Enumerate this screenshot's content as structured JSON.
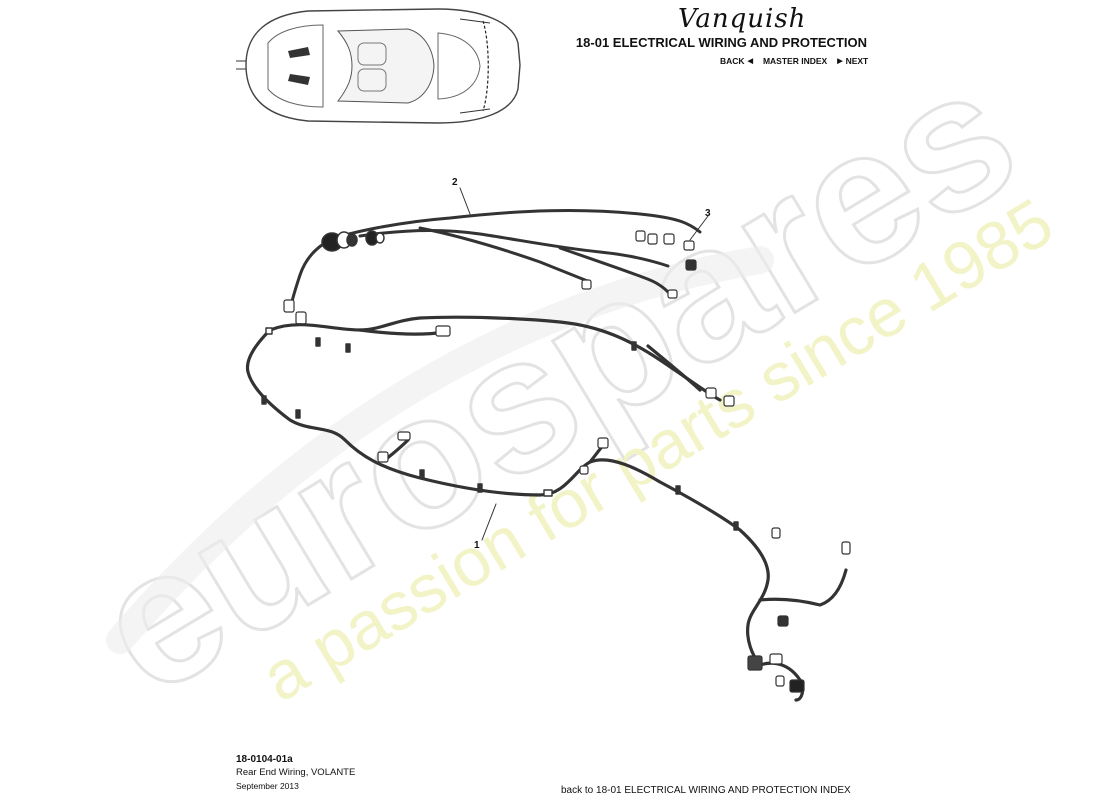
{
  "header": {
    "brand": "Vanquish",
    "section_title": "18-01 ELECTRICAL WIRING AND PROTECTION",
    "nav": {
      "back": "BACK",
      "master_index": "MASTER INDEX",
      "next": "NEXT"
    }
  },
  "callouts": [
    "1",
    "2",
    "3"
  ],
  "footer": {
    "part_code": "18-0104-01a",
    "description": "Rear End Wiring, VOLANTE",
    "date": "September 2013",
    "back_link": "back to 18-01 ELECTRICAL WIRING AND PROTECTION INDEX"
  },
  "watermark": {
    "brand": "eurospares",
    "tagline": "a passion for parts since 1985"
  }
}
